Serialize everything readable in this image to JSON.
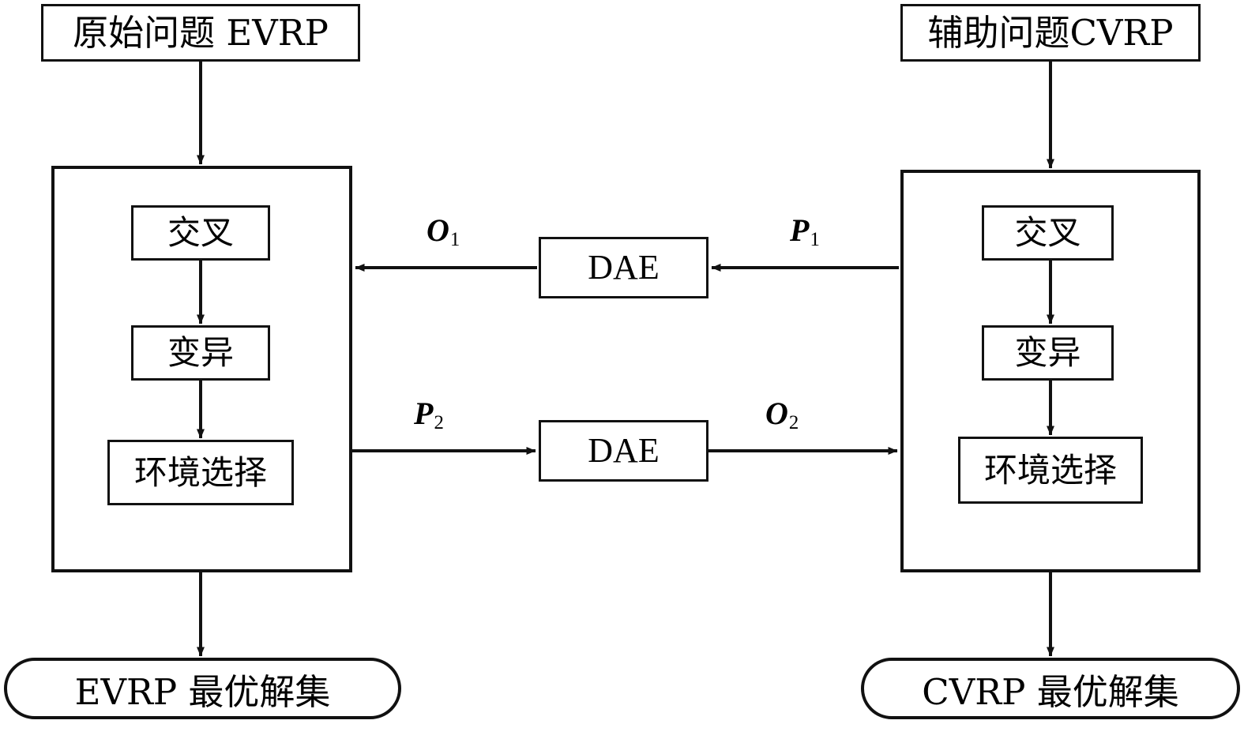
{
  "diagram": {
    "type": "flowchart",
    "title_top_left": "原始问题 EVRP",
    "title_top_right": "辅助问题CVRP",
    "left_branch": {
      "operators": [
        "交叉",
        "变异",
        "环境选择"
      ],
      "result": "EVRP 最优解集"
    },
    "right_branch": {
      "operators": [
        "交叉",
        "变异",
        "环境选择"
      ],
      "result": "CVRP 最优解集"
    },
    "transfer_modules": [
      {
        "label": "DAE",
        "input_label": "P",
        "input_sub": "1",
        "output_label": "O",
        "output_sub": "1",
        "direction": "right-to-left"
      },
      {
        "label": "DAE",
        "input_label": "P",
        "input_sub": "2",
        "output_label": "O",
        "output_sub": "2",
        "direction": "left-to-right"
      }
    ],
    "edge_labels": [
      {
        "base": "O",
        "sub": "1"
      },
      {
        "base": "P",
        "sub": "1"
      },
      {
        "base": "P",
        "sub": "2"
      },
      {
        "base": "O",
        "sub": "2"
      }
    ],
    "colors": {
      "stroke": "#111111",
      "background": "#ffffff",
      "text": "#000000"
    }
  }
}
